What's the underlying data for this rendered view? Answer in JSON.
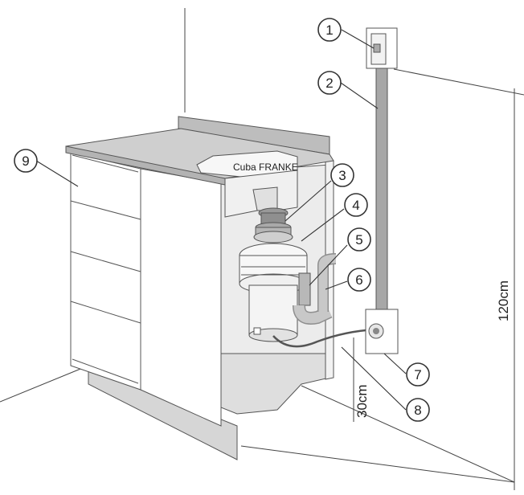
{
  "diagram": {
    "sink_label": "Cuba FRANKE",
    "dimension_height": "120cm",
    "dimension_low": "30cm",
    "callouts": [
      "1",
      "2",
      "3",
      "4",
      "5",
      "6",
      "7",
      "8",
      "9"
    ]
  },
  "colors": {
    "cabinet_white": "#ffffff",
    "countertop": "#c9c9c9",
    "cabinet_interior": "#ececec",
    "outline": "#555555",
    "conduit": "#a7a7a7",
    "disposer_body": "#f4f4f4",
    "drain_pipe": "#b8b8b8"
  }
}
